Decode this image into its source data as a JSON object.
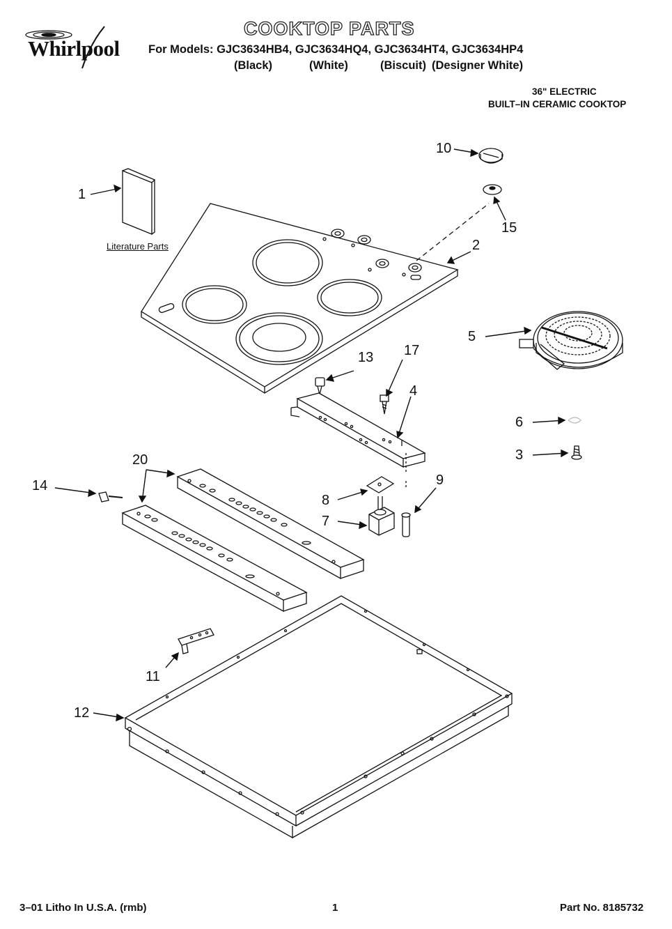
{
  "brand": "Whirlpool",
  "title": "COOKTOP PARTS",
  "models_line": "For Models: GJC3634HB4, GJC3634HQ4, GJC3634HT4, GJC3634HP4",
  "colorways": [
    "(Black)",
    "(White)",
    "(Biscuit)",
    "(Designer White)"
  ],
  "product_type": [
    "36\" ELECTRIC",
    "BUILT–IN CERAMIC COOKTOP"
  ],
  "literature_label": "Literature Parts",
  "callouts": [
    "1",
    "2",
    "3",
    "4",
    "5",
    "6",
    "7",
    "8",
    "9",
    "10",
    "11",
    "12",
    "13",
    "14",
    "15",
    "17",
    "20"
  ],
  "footer": {
    "left": "3–01 Litho In U.S.A. (rmb)",
    "page": "1",
    "part_no": "Part No. 8185732"
  }
}
